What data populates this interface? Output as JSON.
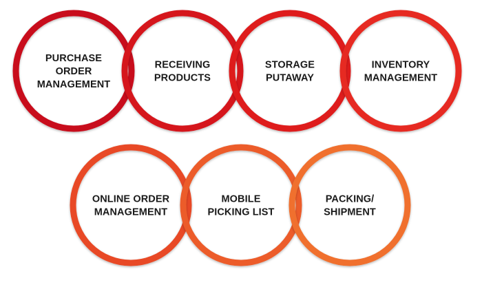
{
  "rows": [
    {
      "rings": [
        {
          "lines": [
            "PURCHASE",
            "ORDER",
            "MANAGEMENT"
          ],
          "color": "#C8101E"
        },
        {
          "lines": [
            "RECEIVING",
            "PRODUCTS"
          ],
          "color": "#D5121D"
        },
        {
          "lines": [
            "STORAGE",
            "PUTAWAY"
          ],
          "color": "#DE1A1F"
        },
        {
          "lines": [
            "INVENTORY",
            "MANAGEMENT"
          ],
          "color": "#E62A22"
        }
      ]
    },
    {
      "rings": [
        {
          "lines": [
            "ONLINE ORDER",
            "MANAGEMENT"
          ],
          "color": "#E84A25"
        },
        {
          "lines": [
            "MOBILE",
            "PICKING LIST"
          ],
          "color": "#EC5B2A"
        },
        {
          "lines": [
            "PACKING/",
            "SHIPMENT"
          ],
          "color": "#F0702F"
        }
      ]
    }
  ]
}
